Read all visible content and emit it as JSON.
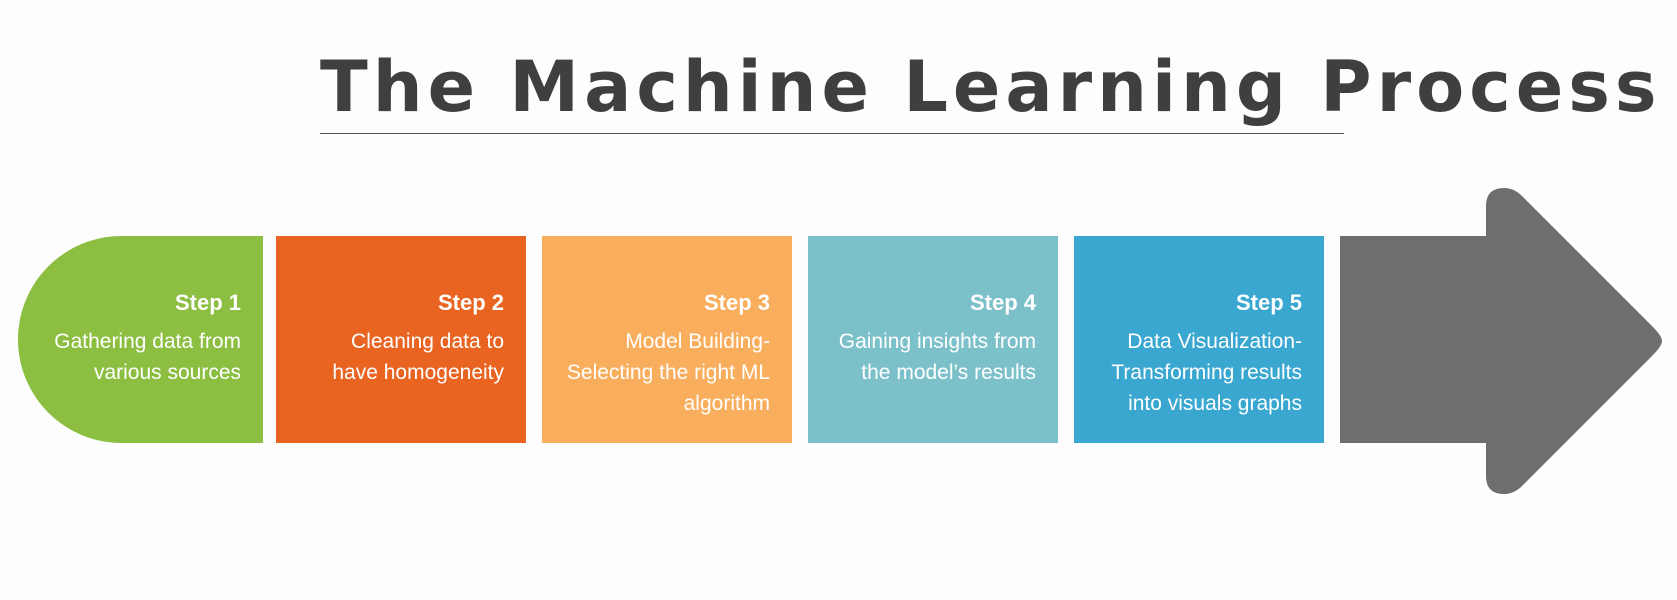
{
  "title": "The Machine Learning Process",
  "colors": {
    "title": "#3f3f3f",
    "step1": "#8cbe42",
    "step2": "#e96421",
    "step3": "#f9ae5e",
    "step4": "#7cc0ca",
    "step5": "#39a7d0",
    "arrow": "#6e6e6e"
  },
  "steps": [
    {
      "label": "Step 1",
      "description": "Gathering data from\nvarious sources"
    },
    {
      "label": "Step 2",
      "description": "Cleaning data to\nhave homogeneity"
    },
    {
      "label": "Step 3",
      "description": "Model Building-\nSelecting the right ML\nalgorithm"
    },
    {
      "label": "Step 4",
      "description": "Gaining insights from\nthe model’s results"
    },
    {
      "label": "Step 5",
      "description": "Data Visualization-\nTransforming results\ninto visuals graphs"
    }
  ]
}
